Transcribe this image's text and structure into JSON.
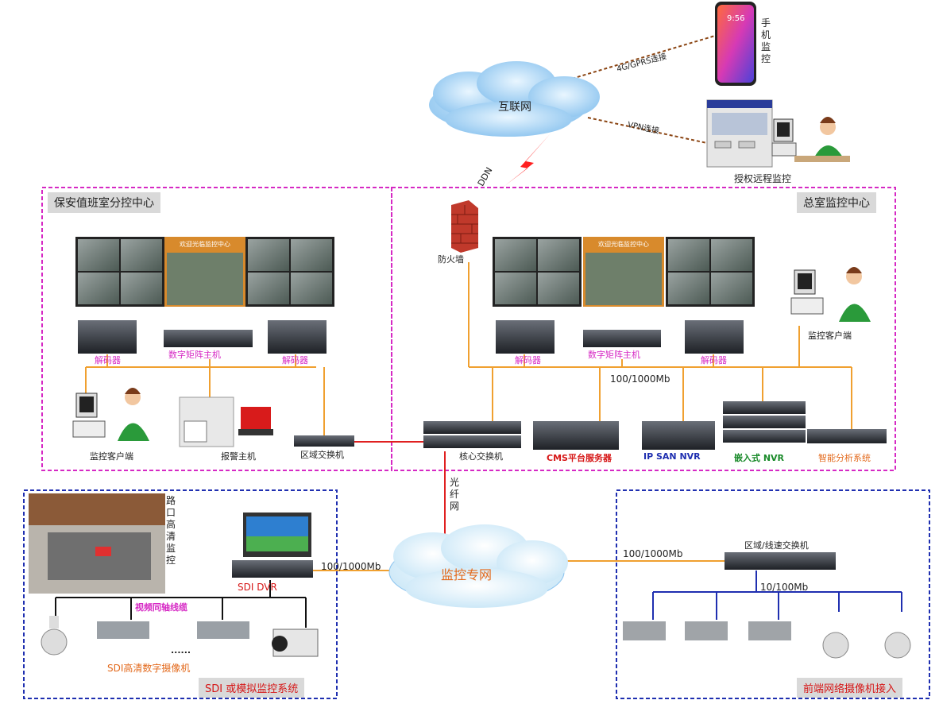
{
  "internet": {
    "label": "互联网"
  },
  "links": {
    "mobile": "4G/GPRS连接",
    "vpn": "VPN连接",
    "ddn": "DDN",
    "fiber": "光纤网"
  },
  "phone": {
    "label": "手机监控",
    "time": "9:56"
  },
  "remote": {
    "label": "授权远程监控"
  },
  "left_center": {
    "title": "保安值班室分控中心",
    "screen_title": "欢迎光临监控中心",
    "decoder_left": "解码器",
    "matrix": "数字矩阵主机",
    "decoder_right": "解码器",
    "client": "监控客户端",
    "alarm": "报警主机",
    "switch": "区域交换机"
  },
  "main_center": {
    "title": "总室监控中心",
    "firewall": "防火墙",
    "screen_title": "欢迎光临监控中心",
    "decoder_left": "解码器",
    "matrix": "数字矩阵主机",
    "decoder_right": "解码器",
    "client": "监控客户端",
    "speed": "100/1000Mb",
    "core_switch": "核心交换机",
    "cms": "CMS平台服务器",
    "ipsan": "IP SAN NVR",
    "embedded": "嵌入式 NVR",
    "smart": "智能分析系统"
  },
  "private_net": {
    "label": "监控专网",
    "left_speed": "100/1000Mb",
    "right_speed": "100/1000Mb"
  },
  "sdi": {
    "title": "SDI 或模拟监控系统",
    "crossing": "路口高清监控",
    "dvr": "SDI DVR",
    "coax": "视频同轴线缆",
    "dots": "......",
    "camera": "SDI高清数字摄像机"
  },
  "frontend": {
    "title": "前端网络摄像机接入",
    "switch": "区域/线速交换机",
    "speed": "10/100Mb"
  }
}
